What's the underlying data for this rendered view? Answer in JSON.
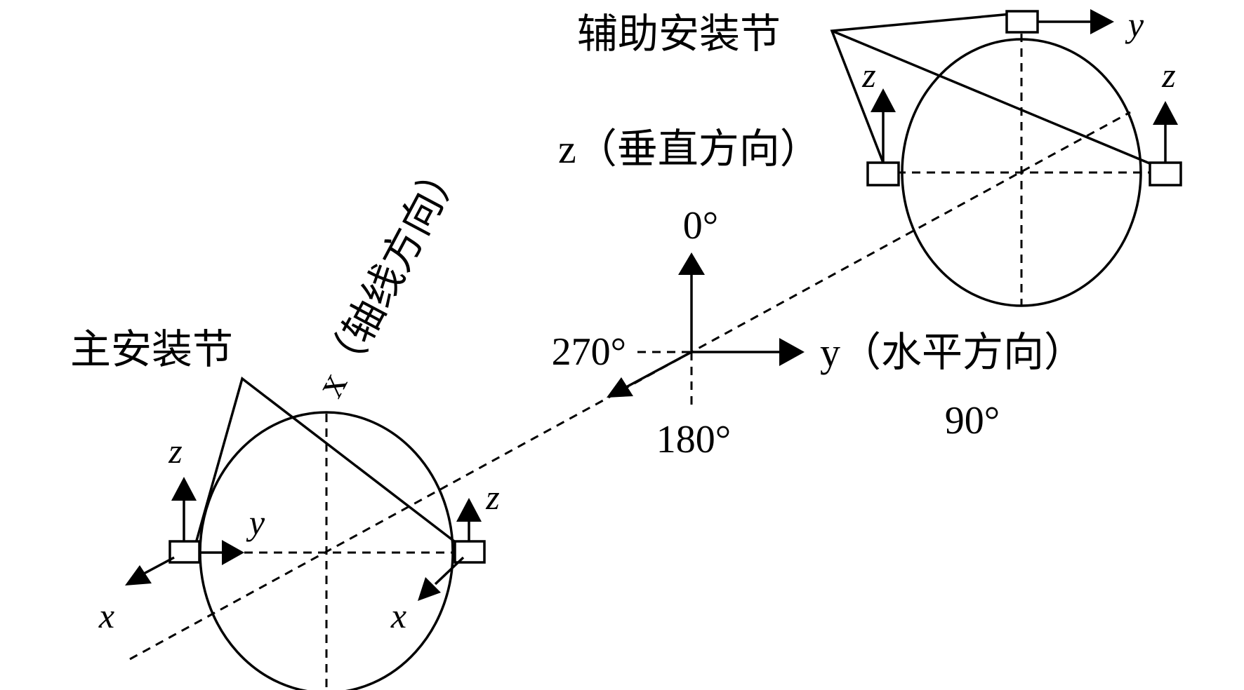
{
  "labels": {
    "main_node": "主安装节",
    "aux_node": "辅助安装节",
    "axis_x": "x（轴线方向）",
    "axis_y": "y（水平方向）",
    "axis_z": "z（垂直方向）"
  },
  "angles": {
    "top": "0°",
    "right": "90°",
    "bottom": "180°",
    "left": "270°"
  },
  "local_axes": {
    "x": "x",
    "y": "y",
    "z": "z"
  }
}
